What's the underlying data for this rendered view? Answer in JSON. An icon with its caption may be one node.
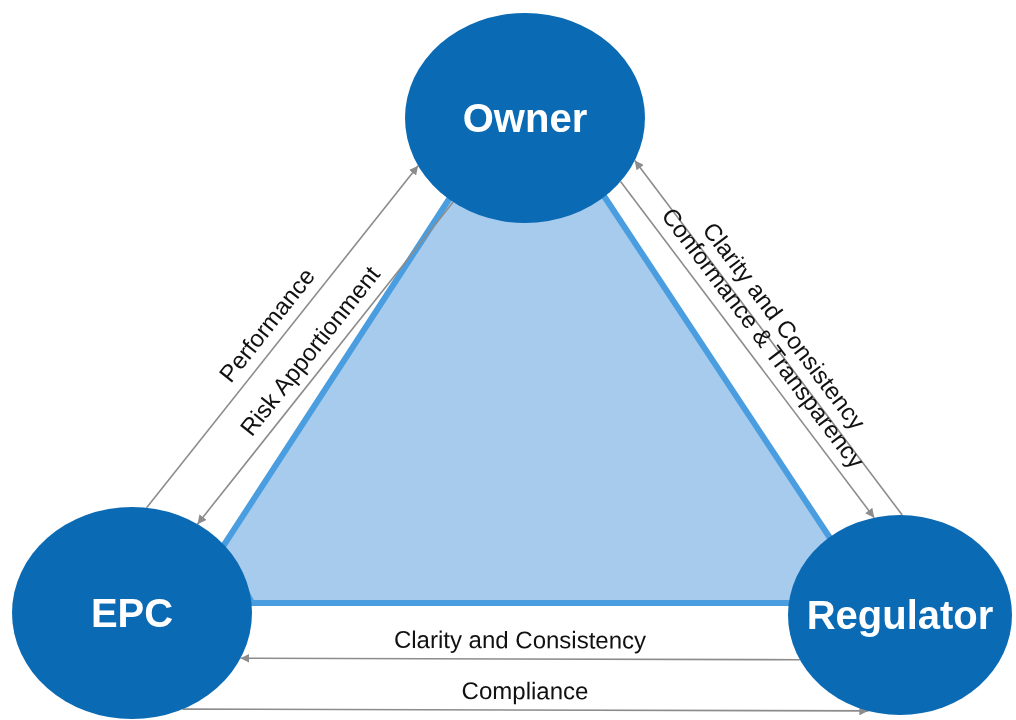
{
  "diagram": {
    "nodes": [
      {
        "text": [
          "Owner"
        ]
      },
      {
        "text": [
          "EPC"
        ]
      },
      {
        "text": [
          "Regulator"
        ]
      }
    ],
    "edges": [
      {
        "from": 1,
        "to": 0,
        "arrow": "to",
        "label": "Performance"
      },
      {
        "from": 0,
        "to": 1,
        "arrow": "to",
        "label": "Risk Apportionment"
      },
      {
        "from": 2,
        "to": 0,
        "arrow": "to",
        "label": "Clarity and Consistency"
      },
      {
        "from": 0,
        "to": 2,
        "arrow": "to",
        "label": "Conformance & Transparency"
      },
      {
        "from": 2,
        "to": 1,
        "arrow": "to",
        "label": "Clarity and Consistency"
      },
      {
        "from": 1,
        "to": 2,
        "arrow": "to",
        "label": "Compliance"
      }
    ]
  }
}
